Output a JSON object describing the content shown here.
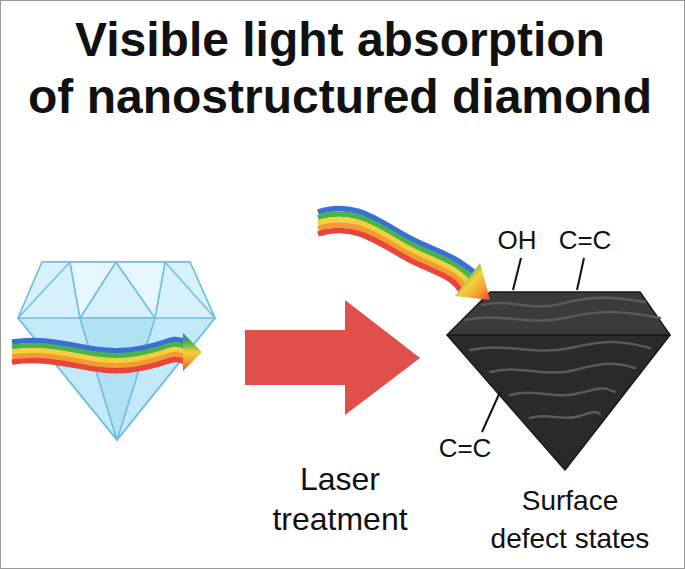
{
  "diagram": {
    "title": "Visible light absorption of nanostructured diamond",
    "labels": [
      "Laser treatment",
      "OH",
      "C=C",
      "C=C",
      "Surface defect states"
    ]
  }
}
